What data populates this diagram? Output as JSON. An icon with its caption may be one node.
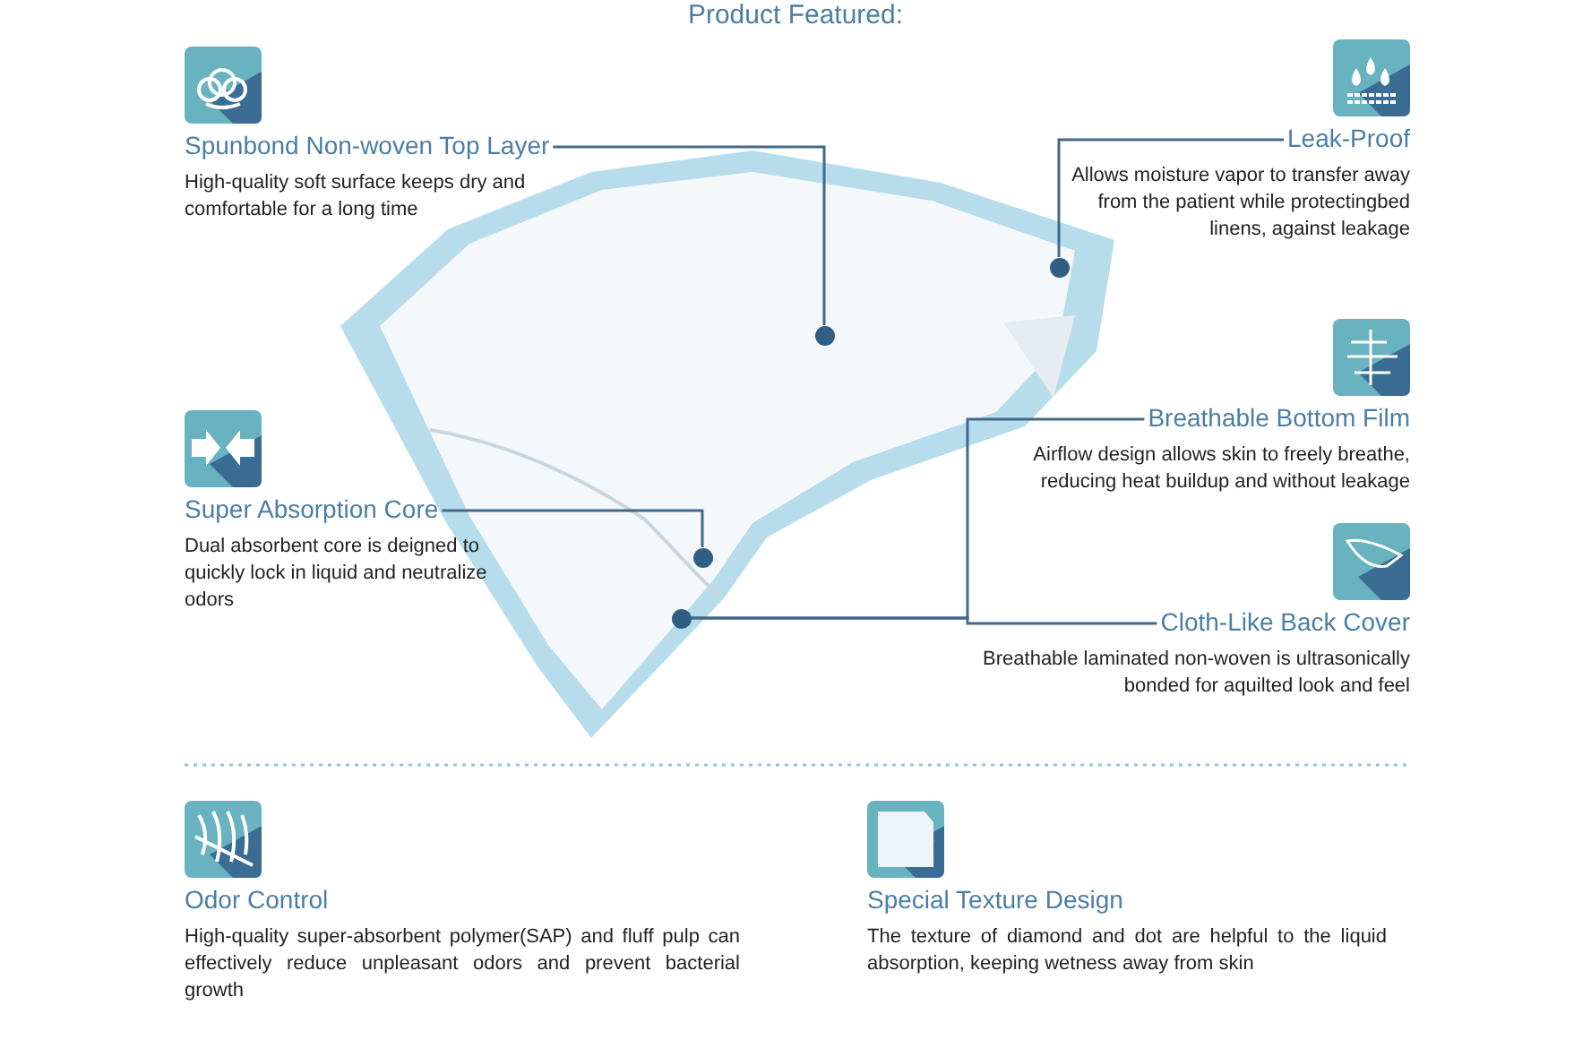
{
  "diagram": {
    "title": "Product Featured:",
    "nodes": [
      {
        "text": [
          "Spunbond Non-woven Top Layer",
          "High-quality soft surface keeps dry and comfortable for a long time"
        ]
      },
      {
        "text": [
          "Leak-Proof",
          "Allows moisture vapor to transfer away from the patient while protectingbed linens, against leakage"
        ]
      },
      {
        "text": [
          "Breathable Bottom Film",
          "Airflow design allows skin to freely breathe, reducing heat buildup and without leakage"
        ]
      },
      {
        "text": [
          "Super Absorption Core",
          "Dual absorbent core is deigned to quickly lock in liquid and neutralize odors"
        ]
      },
      {
        "text": [
          "Cloth-Like Back Cover",
          "Breathable laminated non-woven is ultrasonically bonded for aquilted look and feel"
        ]
      },
      {
        "text": [
          "Odor Control",
          "High-quality super-absorbent polymer(SAP) and fluff pulp can effectively reduce unpleasant odors and prevent bacterial growth"
        ]
      },
      {
        "text": [
          "Special Texture Design",
          "The texture of diamond and dot are helpful to the liquid absorption, keeping wetness away from skin"
        ]
      },
      {
        "text": [],
        "shape": "circle"
      },
      {
        "text": [],
        "shape": "circle"
      },
      {
        "text": [],
        "shape": "circle"
      },
      {
        "text": [],
        "shape": "circle"
      }
    ],
    "edges": [
      {
        "from": 0,
        "to": 7,
        "arrow": "none"
      },
      {
        "from": 1,
        "to": 8,
        "arrow": "none"
      },
      {
        "from": 3,
        "to": 9,
        "arrow": "none"
      },
      {
        "from": 2,
        "to": 10,
        "arrow": "none"
      },
      {
        "from": 4,
        "to": 10,
        "arrow": "none"
      }
    ]
  }
}
